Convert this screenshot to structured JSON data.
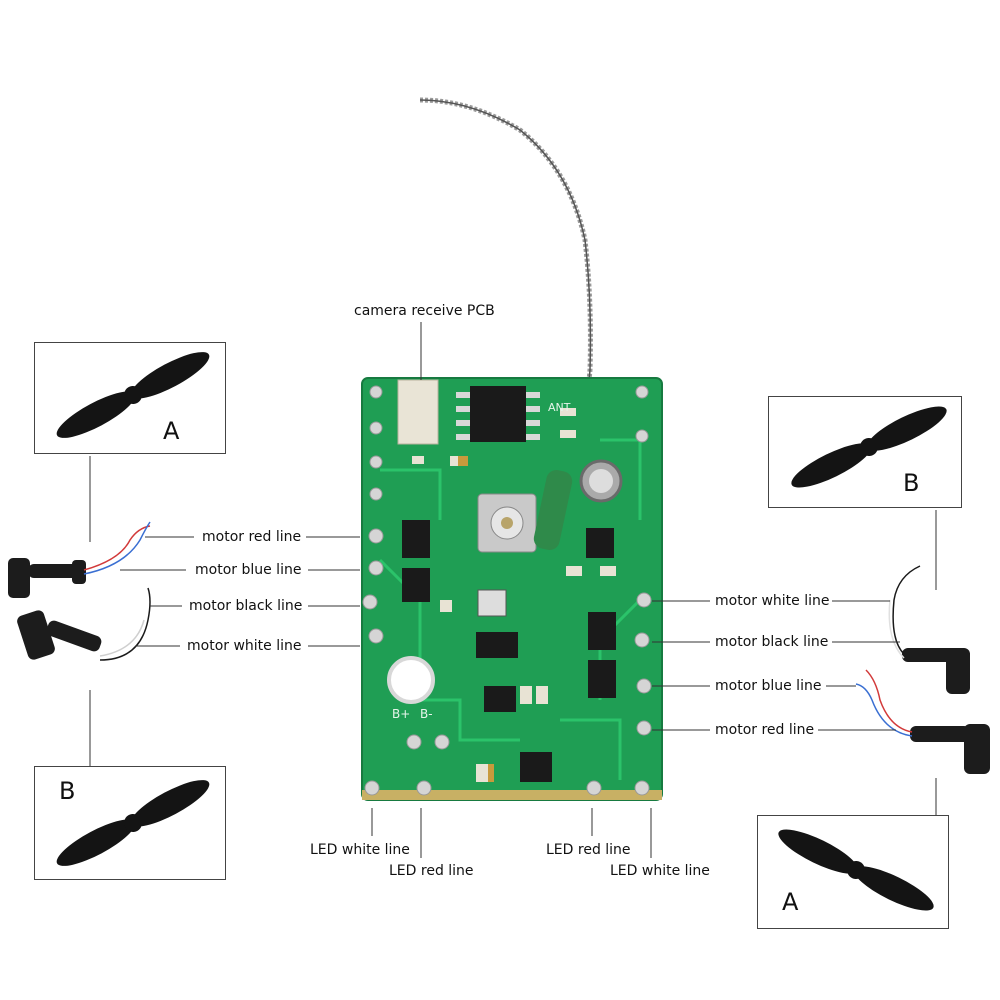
{
  "labels": {
    "camera": "camera receive PCB",
    "left_motor_red": "motor red line",
    "left_motor_blue": "motor blue line",
    "left_motor_black": "motor black line",
    "left_motor_white": "motor white line",
    "right_motor_white": "motor white line",
    "right_motor_black": "motor black line",
    "right_motor_blue": "motor blue line",
    "right_motor_red": "motor red line",
    "led_white_left": "LED white line",
    "led_red_left": "LED red line",
    "led_red_right": "LED red line",
    "led_white_right": "LED white line"
  },
  "propeller_boxes": {
    "top_left": "A",
    "bottom_left": "B",
    "top_right": "B",
    "bottom_right": "A"
  },
  "pcb_silkscreen": {
    "ant": "ANT",
    "bplus": "B+",
    "bminus": "B-"
  },
  "colors": {
    "pcb_green": "#1f9e54",
    "wire_red": "#d23a3a",
    "wire_blue": "#3a6fd2",
    "propeller": "#141414"
  }
}
